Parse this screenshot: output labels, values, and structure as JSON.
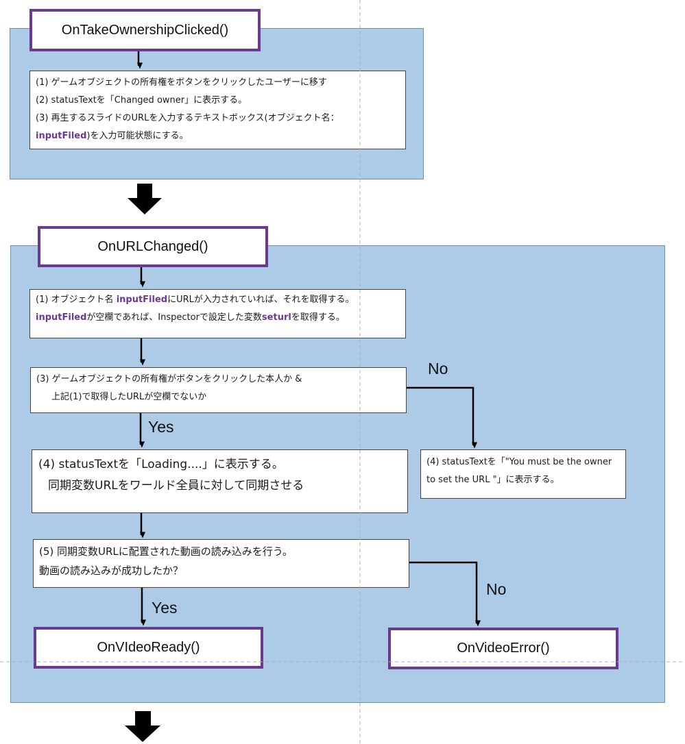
{
  "top_panel": {
    "title": "OnTakeOwnershipClicked()",
    "lines": [
      [
        "(1) ゲームオブジェクトの所有権をボタンをクリックしたユーザーに移す"
      ],
      [
        "(2) statusTextを「Changed owner」に表示する。"
      ],
      [
        "(3) 再生するスライドのURLを入力するテキストボックス(オブジェクト名："
      ],
      [
        "inputFiled",
        ")を入力可能状態にする。"
      ]
    ]
  },
  "url_panel": {
    "title": "OnURLChanged()",
    "step1": [
      [
        "(1) オブジェクト名 ",
        "inputFiled",
        "にURLが入力されていれば、それを取得する。"
      ],
      [
        "inputFiled",
        "が空欄であれば、Inspectorで設定した変数",
        "seturl",
        "を取得する。"
      ]
    ],
    "step3": [
      "(3) ゲームオブジェクトの所有権がボタンをクリックした本人か &",
      "上記(1)で取得したURLが空欄でないか"
    ],
    "step4": [
      "(4) statusTextを「Loading....」に表示する。",
      "同期変数URLをワールド全員に対して同期させる"
    ],
    "step4_no": [
      "(4) statusTextを「\"You must be the owner",
      "to set the URL \"」に表示する。"
    ],
    "step5": [
      "(5) 同期変数URLに配置された動画の読み込みを行う。",
      "動画の読み込みが成功したか？"
    ],
    "ready_title": "OnVIdeoReady()",
    "error_title": "OnVideoError()",
    "labels": {
      "no1": "No",
      "yes1": "Yes",
      "yes2": "Yes",
      "no2": "No"
    }
  },
  "colors": {
    "panel": "#adcbe7",
    "accent": "#6a3a92",
    "arrow": "#000000",
    "guide": "#b0b0b0"
  },
  "icons": [
    "down-arrow-icon",
    "down-arrow-icon"
  ]
}
